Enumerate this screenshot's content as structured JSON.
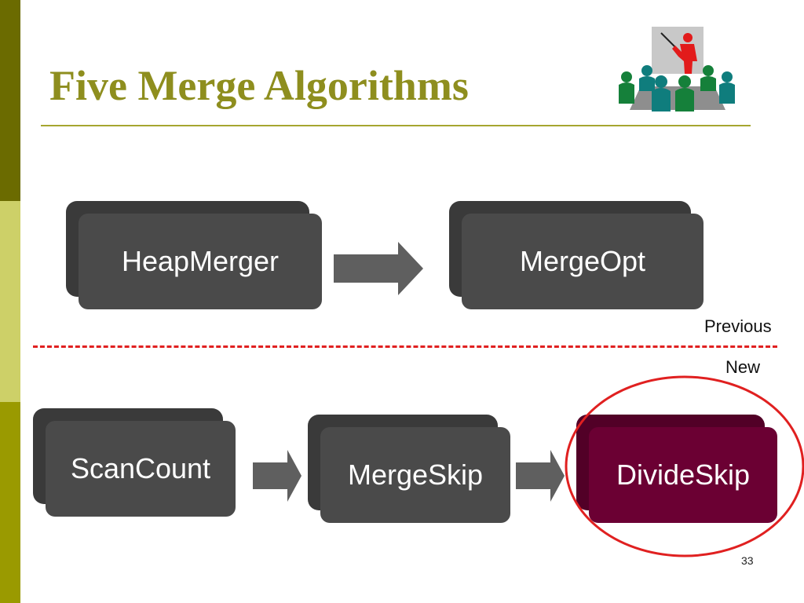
{
  "slide": {
    "title": "Five Merge Algorithms",
    "page_number": "33"
  },
  "divider": {
    "label_above": "Previous",
    "label_below": "New"
  },
  "algorithms": {
    "previous": [
      {
        "id": "heapmerger",
        "label": "HeapMerger"
      },
      {
        "id": "mergeopt",
        "label": "MergeOpt"
      }
    ],
    "new": [
      {
        "id": "scancount",
        "label": "ScanCount"
      },
      {
        "id": "mergeskip",
        "label": "MergeSkip"
      },
      {
        "id": "divideskip",
        "label": "DivideSkip",
        "highlighted": true
      }
    ]
  },
  "icons": {
    "clipart": "presentation-meeting-icon"
  },
  "colors": {
    "side_bar_top": "#6b6b00",
    "side_bar_mid": "#cdd068",
    "side_bar_bot": "#9a9a00",
    "title": "#8e8e1e",
    "title_rule": "#a6a630",
    "block_front": "#4a4a4a",
    "block_back": "#3a3a3a",
    "arrow": "#5f5f5f",
    "highlight_front": "#6b0033",
    "highlight_back": "#520027",
    "divider": "#e02020",
    "highlight_ring": "#e02020"
  }
}
